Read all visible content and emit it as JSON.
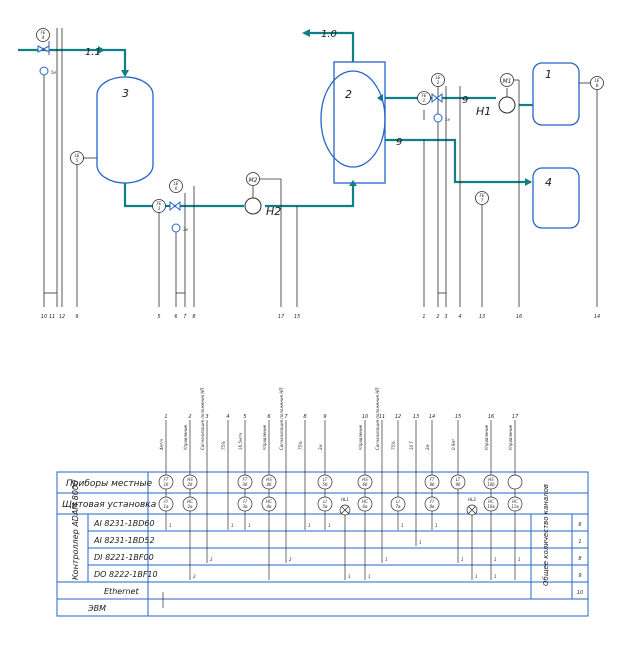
{
  "colors": {
    "pipe": "#0f7f84",
    "vessel": "#2565c9",
    "line": "#2d2d2d",
    "grid": "#2565c9",
    "accent": "#d83b3b"
  },
  "flows": {
    "f11": "1.1",
    "f10": "1.0",
    "f9a": "9",
    "f9b": "9"
  },
  "equipment": {
    "tank1": "1",
    "tank2": "2",
    "tank3": "3",
    "tank4": "4",
    "pump_h1": "Н1",
    "pump_h2": "Н2",
    "motor_m1": "М1",
    "motor_m2": "М2"
  },
  "instruments": {
    "fe4": {
      "top": "FE",
      "bot": "4"
    },
    "fe3": {
      "top": "FE",
      "bot": "3"
    },
    "le5": {
      "top": "LE",
      "bot": "5"
    },
    "le6": {
      "top": "LE",
      "bot": "6"
    },
    "le8": {
      "top": "LE",
      "bot": "8"
    },
    "le2": {
      "top": "LE",
      "bot": "2"
    },
    "fe1": {
      "top": "FE",
      "bot": "1"
    },
    "fe7": {
      "top": "FE",
      "bot": "7"
    },
    "m1": {
      "top": "M1",
      "bot": ""
    },
    "m2": {
      "top": "M2",
      "bot": ""
    },
    "y4": {
      "top": "",
      "bot": "5е"
    },
    "y3": {
      "top": "",
      "bot": "3е"
    },
    "y1": {
      "top": "",
      "bot": "1е"
    }
  },
  "terminals": {
    "left": [
      "10",
      "11",
      "12",
      "9"
    ],
    "mid": [
      "5",
      "6",
      "7",
      "8"
    ],
    "mid2": [
      "17",
      "15"
    ],
    "right": [
      "1",
      "2",
      "3",
      "4",
      "13",
      "16",
      "14"
    ]
  },
  "columns": {
    "numbers": [
      "1",
      "2",
      "3",
      "4",
      "5",
      "6",
      "7",
      "8",
      "9",
      "10",
      "11",
      "12",
      "13",
      "14",
      "15",
      "16",
      "17"
    ],
    "descriptions": [
      "4м³/ч",
      "Управление",
      "Сигнализация положения НП",
      "75%",
      "16.5м³/ч",
      "Управление",
      "Сигнализация положения НП",
      "75%",
      "2м",
      "",
      "Управление",
      "Сигнализация положения НП",
      "75%",
      "10 Т",
      "2м",
      "0.9м³",
      "Управление",
      "Управление"
    ]
  },
  "rows": {
    "local": "Приборы местные",
    "panel": "Щитовая установка",
    "controller": "Контроллер ADAM 8000",
    "ai1": "AI 8231-1BD60",
    "ai2": "AI 8231-1BD52",
    "di": "DI 8221-1BF00",
    "do": "DO 8222-1BF10",
    "ethernet": "Ethernet",
    "evm": "ЭВМ",
    "total": "Общее количество каналов",
    "counts": [
      "6",
      "1",
      "8",
      "9",
      "10"
    ]
  },
  "local_instruments": [
    {
      "top": "FT",
      "bot": "1б"
    },
    {
      "top": "HS",
      "bot": "2б"
    },
    {
      "top": "FT",
      "bot": "3б"
    },
    {
      "top": "HS",
      "bot": "4б"
    },
    {
      "top": "LT",
      "bot": "5б"
    },
    {
      "top": "HS",
      "bot": "6б"
    },
    {
      "top": "FT",
      "bot": "8б"
    },
    {
      "top": "LT",
      "bot": "9б"
    },
    {
      "top": "HS",
      "bot": "10б"
    }
  ],
  "panel_instruments": [
    {
      "top": "FI",
      "bot": "1в"
    },
    {
      "top": "HC",
      "bot": "2в"
    },
    {
      "top": "FI",
      "bot": "3в"
    },
    {
      "top": "HC",
      "bot": "4в"
    },
    {
      "top": "LI",
      "bot": "5в"
    },
    {
      "top": "HC",
      "bot": "6в"
    },
    {
      "top": "LI",
      "bot": "7в"
    },
    {
      "top": "FI",
      "bot": "8в"
    },
    {
      "top": "HC",
      "bot": "10в"
    },
    {
      "top": "HC",
      "bot": "11в"
    }
  ],
  "lamps": [
    "HL1",
    "HL2"
  ],
  "ticks": [
    "1",
    "1",
    "1",
    "1",
    "1",
    "1",
    "1",
    "1",
    "1",
    "1",
    "1",
    "2",
    "2",
    "1",
    "2",
    "1",
    "1",
    "1",
    "1"
  ]
}
